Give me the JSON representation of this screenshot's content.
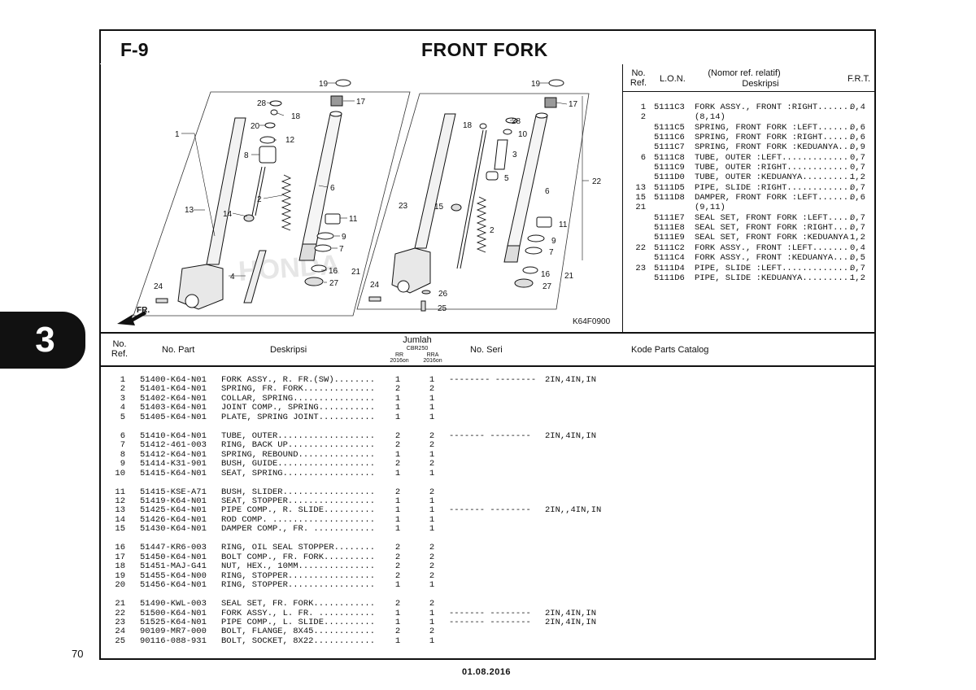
{
  "page": {
    "section_code": "F-9",
    "title": "FRONT FORK",
    "chapter_tab": "3",
    "page_number": "70",
    "date": "01.08.2016"
  },
  "lon_header": {
    "no_ref": "No.\nRef.",
    "lon": "L.O.N.",
    "nomor_ref": "(Nomor ref. relatif)",
    "deskripsi": "Deskripsi",
    "frt": "F.R.T."
  },
  "lon_rows": [
    {
      "ref": "1",
      "lon": "5111C3",
      "desc": "FORK ASSY., FRONT :RIGHT.......",
      "frt": "0,4"
    },
    {
      "ref": "2",
      "lon": "",
      "desc": "(8,14)",
      "frt": ""
    },
    {
      "ref": "",
      "lon": "5111C5",
      "desc": "SPRING, FRONT FORK :LEFT.......",
      "frt": "0,6"
    },
    {
      "ref": "",
      "lon": "5111C6",
      "desc": "SPRING, FRONT FORK :RIGHT......",
      "frt": "0,6"
    },
    {
      "ref": "",
      "lon": "5111C7",
      "desc": "SPRING, FRONT FORK :KEDUANYA...",
      "frt": "0,9"
    },
    {
      "ref": "6",
      "lon": "5111C8",
      "desc": "TUBE, OUTER :LEFT.............",
      "frt": "0,7"
    },
    {
      "ref": "",
      "lon": "5111C9",
      "desc": "TUBE, OUTER :RIGHT............",
      "frt": "0,7"
    },
    {
      "ref": "",
      "lon": "5111D0",
      "desc": "TUBE, OUTER :KEDUANYA..........",
      "frt": "1,2"
    },
    {
      "ref": "13",
      "lon": "5111D5",
      "desc": "PIPE, SLIDE :RIGHT.............",
      "frt": "0,7"
    },
    {
      "ref": "15",
      "lon": "5111D8",
      "desc": "DAMPER, FRONT FORK :LEFT.......",
      "frt": "0,6"
    },
    {
      "ref": "21",
      "lon": "",
      "desc": "(9,11)",
      "frt": ""
    },
    {
      "ref": "",
      "lon": "5111E7",
      "desc": "SEAL SET, FRONT FORK :LEFT.....",
      "frt": "0,7"
    },
    {
      "ref": "",
      "lon": "5111E8",
      "desc": "SEAL SET, FRONT FORK :RIGHT....",
      "frt": "0,7"
    },
    {
      "ref": "",
      "lon": "5111E9",
      "desc": "SEAL SET, FRONT FORK :KEDUANYA",
      "frt": "1,2"
    },
    {
      "ref": "22",
      "lon": "5111C2",
      "desc": "FORK ASSY., FRONT :LEFT.......",
      "frt": "0,4"
    },
    {
      "ref": "",
      "lon": "5111C4",
      "desc": "FORK ASSY., FRONT :KEDUANYA....",
      "frt": "0,5"
    },
    {
      "ref": "23",
      "lon": "5111D4",
      "desc": "PIPE, SLIDE :LEFT..............",
      "frt": "0,7"
    },
    {
      "ref": "",
      "lon": "5111D6",
      "desc": "PIPE, SLIDE :KEDUANYA..........",
      "frt": "1,2"
    }
  ],
  "parts_header": {
    "no_ref": "No.\nRef.",
    "no_part": "No. Part",
    "deskripsi": "Deskripsi",
    "jumlah": "Jumlah",
    "model": "CBR250",
    "col_rr": "RR",
    "col_rr_year": "2016on",
    "col_rra": "RRA",
    "col_rra_year": "2016on",
    "no_seri": "No. Seri",
    "kode": "Kode Parts Catalog"
  },
  "parts_groups": [
    [
      {
        "ref": "1",
        "part": "51400-K64-N01",
        "desc": "FORK ASSY., R. FR.(SW)........",
        "rr": "1",
        "rra": "1",
        "seri": "-------- --------",
        "kode": "2IN,4IN,IN"
      },
      {
        "ref": "2",
        "part": "51401-K64-N01",
        "desc": "SPRING, FR. FORK..............",
        "rr": "2",
        "rra": "2",
        "seri": "",
        "kode": ""
      },
      {
        "ref": "3",
        "part": "51402-K64-N01",
        "desc": "COLLAR, SPRING................",
        "rr": "1",
        "rra": "1",
        "seri": "",
        "kode": ""
      },
      {
        "ref": "4",
        "part": "51403-K64-N01",
        "desc": "JOINT COMP., SPRING...........",
        "rr": "1",
        "rra": "1",
        "seri": "",
        "kode": ""
      },
      {
        "ref": "5",
        "part": "51405-K64-N01",
        "desc": "PLATE, SPRING JOINT...........",
        "rr": "1",
        "rra": "1",
        "seri": "",
        "kode": ""
      }
    ],
    [
      {
        "ref": "6",
        "part": "51410-K64-N01",
        "desc": "TUBE, OUTER...................",
        "rr": "2",
        "rra": "2",
        "seri": "------- --------",
        "kode": "2IN,4IN,IN"
      },
      {
        "ref": "7",
        "part": "51412-461-003",
        "desc": "RING, BACK UP.................",
        "rr": "2",
        "rra": "2",
        "seri": "",
        "kode": ""
      },
      {
        "ref": "8",
        "part": "51412-K64-N01",
        "desc": "SPRING, REBOUND...............",
        "rr": "1",
        "rra": "1",
        "seri": "",
        "kode": ""
      },
      {
        "ref": "9",
        "part": "51414-K31-901",
        "desc": "BUSH, GUIDE...................",
        "rr": "2",
        "rra": "2",
        "seri": "",
        "kode": ""
      },
      {
        "ref": "10",
        "part": "51415-K64-N01",
        "desc": "SEAT, SPRING..................",
        "rr": "1",
        "rra": "1",
        "seri": "",
        "kode": ""
      }
    ],
    [
      {
        "ref": "11",
        "part": "51415-KSE-A71",
        "desc": "BUSH, SLIDER..................",
        "rr": "2",
        "rra": "2",
        "seri": "",
        "kode": ""
      },
      {
        "ref": "12",
        "part": "51419-K64-N01",
        "desc": "SEAT, STOPPER.................",
        "rr": "1",
        "rra": "1",
        "seri": "",
        "kode": ""
      },
      {
        "ref": "13",
        "part": "51425-K64-N01",
        "desc": "PIPE COMP., R. SLIDE..........",
        "rr": "1",
        "rra": "1",
        "seri": "------- --------",
        "kode": "2IN,,4IN,IN"
      },
      {
        "ref": "14",
        "part": "51426-K64-N01",
        "desc": "ROD COMP. ....................",
        "rr": "1",
        "rra": "1",
        "seri": "",
        "kode": ""
      },
      {
        "ref": "15",
        "part": "51430-K64-N01",
        "desc": "DAMPER COMP., FR. ............",
        "rr": "1",
        "rra": "1",
        "seri": "",
        "kode": ""
      }
    ],
    [
      {
        "ref": "16",
        "part": "51447-KR6-003",
        "desc": "RING, OIL SEAL STOPPER........",
        "rr": "2",
        "rra": "2",
        "seri": "",
        "kode": ""
      },
      {
        "ref": "17",
        "part": "51450-K64-N01",
        "desc": "BOLT COMP., FR. FORK..........",
        "rr": "2",
        "rra": "2",
        "seri": "",
        "kode": ""
      },
      {
        "ref": "18",
        "part": "51451-MAJ-G41",
        "desc": "NUT, HEX., 10MM...............",
        "rr": "2",
        "rra": "2",
        "seri": "",
        "kode": ""
      },
      {
        "ref": "19",
        "part": "51455-K64-N00",
        "desc": "RING, STOPPER.................",
        "rr": "2",
        "rra": "2",
        "seri": "",
        "kode": ""
      },
      {
        "ref": "20",
        "part": "51456-K64-N01",
        "desc": "RING, STOPPER.................",
        "rr": "1",
        "rra": "1",
        "seri": "",
        "kode": ""
      }
    ],
    [
      {
        "ref": "21",
        "part": "51490-KWL-003",
        "desc": "SEAL SET, FR. FORK............",
        "rr": "2",
        "rra": "2",
        "seri": "",
        "kode": ""
      },
      {
        "ref": "22",
        "part": "51500-K64-N01",
        "desc": "FORK ASSY., L. FR. ...........",
        "rr": "1",
        "rra": "1",
        "seri": "------- --------",
        "kode": "2IN,4IN,IN"
      },
      {
        "ref": "23",
        "part": "51525-K64-N01",
        "desc": "PIPE COMP., L. SLIDE..........",
        "rr": "1",
        "rra": "1",
        "seri": "------- --------",
        "kode": "2IN,4IN,IN"
      },
      {
        "ref": "24",
        "part": "90109-MR7-000",
        "desc": "BOLT, FLANGE, 8X45............",
        "rr": "2",
        "rra": "2",
        "seri": "",
        "kode": ""
      },
      {
        "ref": "25",
        "part": "90116-088-931",
        "desc": "BOLT, SOCKET, 8X22............",
        "rr": "1",
        "rra": "1",
        "seri": "",
        "kode": ""
      }
    ]
  ],
  "diagram": {
    "code": "K64F0900",
    "fr_label": "FR.",
    "callouts": [
      "19",
      "28",
      "18",
      "20",
      "12",
      "8",
      "1",
      "13",
      "14",
      "2",
      "6",
      "11",
      "9",
      "7",
      "16",
      "21",
      "27",
      "4",
      "24",
      "17",
      "10",
      "3",
      "5",
      "22",
      "23",
      "15",
      "25",
      "26"
    ]
  }
}
